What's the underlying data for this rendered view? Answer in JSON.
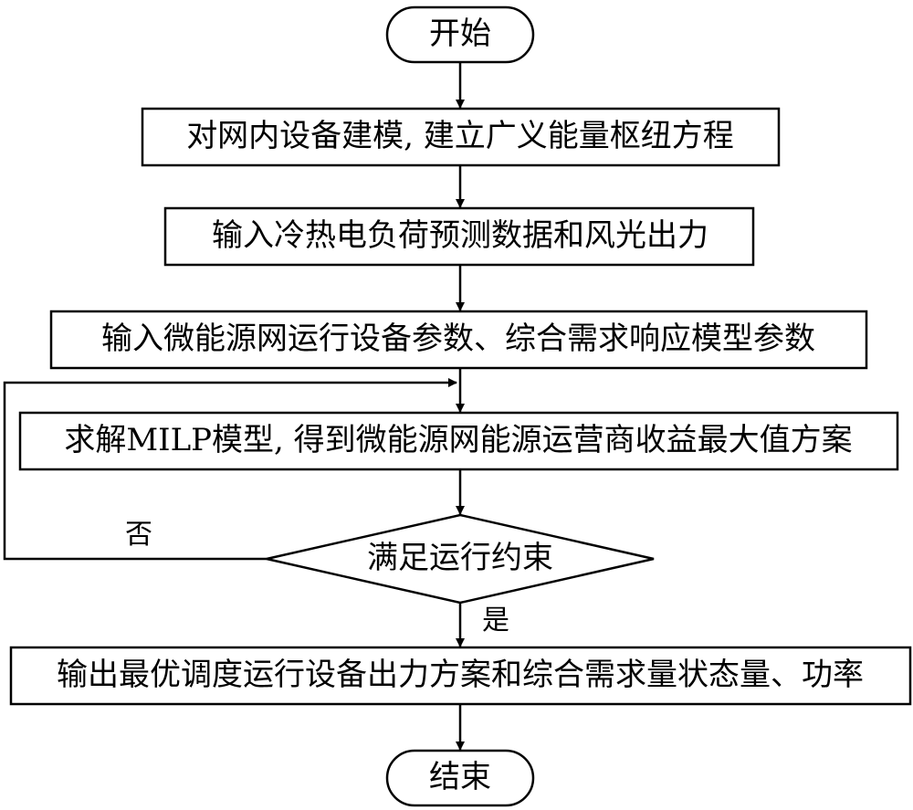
{
  "flowchart": {
    "start": "开始",
    "step1": "对网内设备建模, 建立广义能量枢纽方程",
    "step2": "输入冷热电负荷预测数据和风光出力",
    "step3": "输入微能源网运行设备参数、综合需求响应模型参数",
    "step4": "求解MILP模型, 得到微能源网能源运营商收益最大值方案",
    "decision": "满足运行约束",
    "label_no": "否",
    "label_yes": "是",
    "step5": "输出最优调度运行设备出力方案和综合需求量状态量、功率",
    "end": "结束"
  }
}
